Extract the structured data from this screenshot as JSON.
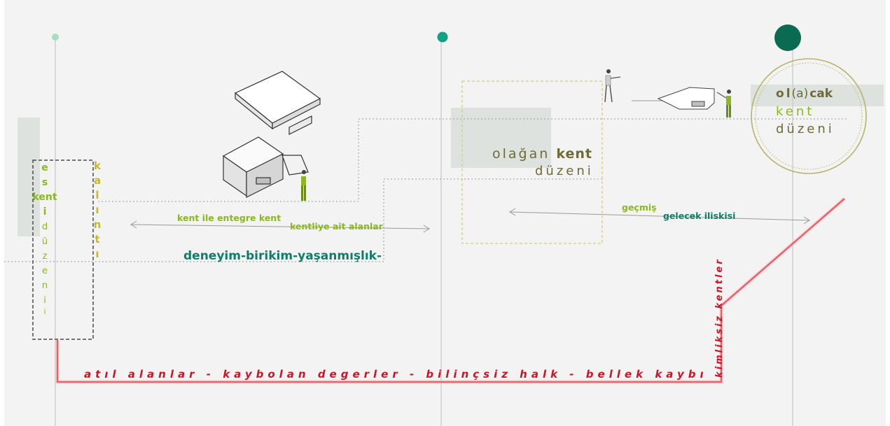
{
  "eski_kent_duzeni": {
    "stack": [
      "e",
      "s",
      "kent",
      "i",
      "d",
      "ü",
      "z",
      "e",
      "n",
      "i",
      "i"
    ]
  },
  "kalinti": {
    "letters": [
      "k",
      "a",
      "l",
      "ı",
      "n",
      "t",
      "ı"
    ]
  },
  "olagan_kent_duzeni": {
    "line1_prefix": "olağan",
    "line1_bold": "kent",
    "line2": "düzeni"
  },
  "olacak_kent_duzeni": {
    "part_o": "o",
    "part_l": "l",
    "part_a": "(a)",
    "part_cak": "cak",
    "line2": "kent",
    "line3": "düzeni"
  },
  "arrows": {
    "left_label_1": "kent ile entegre kent",
    "left_label_2": "kentliye ait alanlar",
    "right_label_1": "geçmiş",
    "right_label_2": "gelecek iliskisi"
  },
  "deneyim_text": "deneyim-birikim-yaşanmışlık-",
  "red_line": {
    "bottom_text": "atıl alanlar    - kaybolan degerler  - bilinçsiz halk - bellek kaybı",
    "diagonal_text": "kimliksiz kentler"
  },
  "colors": {
    "accent_green": "#8ab81e",
    "teal": "#0e7e68",
    "dark_teal": "#0a6a52",
    "red": "#cc1428",
    "olive": "#6e6a3a",
    "yellow_dashed": "#d6cf7a"
  }
}
